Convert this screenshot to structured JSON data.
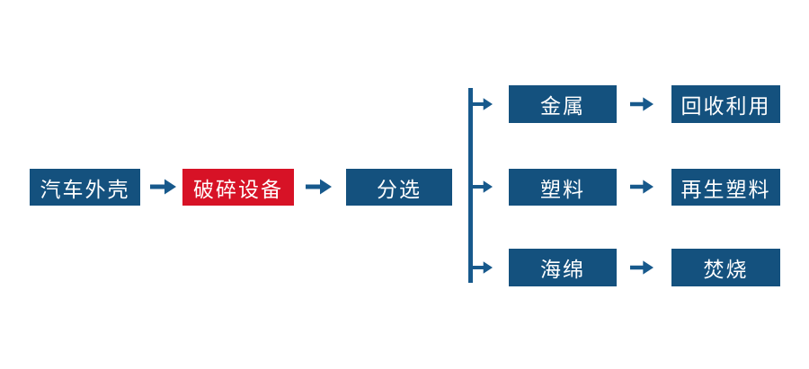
{
  "colors": {
    "box_blue": "#14517E",
    "box_red": "#D71226",
    "arrow_blue": "#17598C",
    "text_white": "#FFFFFF",
    "background": "#FFFFFF"
  },
  "icons": {
    "arrow_right": "→"
  },
  "diagram": {
    "type": "flowchart",
    "main_flow": {
      "nodes": [
        {
          "label": "汽车外壳",
          "variant": "blue"
        },
        {
          "label": "破碎设备",
          "variant": "red"
        },
        {
          "label": "分选",
          "variant": "blue"
        }
      ]
    },
    "branches": [
      {
        "material": "金属",
        "outcome": "回收利用"
      },
      {
        "material": "塑料",
        "outcome": "再生塑料"
      },
      {
        "material": "海绵",
        "outcome": "焚烧"
      }
    ]
  }
}
